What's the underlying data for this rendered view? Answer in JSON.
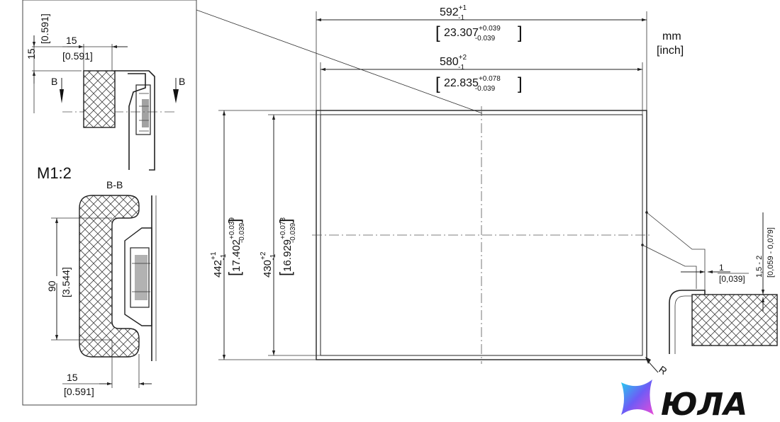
{
  "units": {
    "line1": "mm",
    "line2": "[inch]"
  },
  "scale_label": "M1:2",
  "section_name": "B-B",
  "section_marks": {
    "left": "B",
    "right": "B"
  },
  "detail_dims": {
    "vertical_top": {
      "mm": "15",
      "inch": "[0.591]"
    },
    "horizontal_top": {
      "mm": "15",
      "inch": "[0.591]"
    },
    "height_section": {
      "mm": "90",
      "inch": "[3.544]"
    },
    "horizontal_bottom": {
      "mm": "15",
      "inch": "[0.591]"
    }
  },
  "outer_width": {
    "base": "592",
    "tol_up": "+1",
    "tol_down": "-1",
    "inch_base": "23.307",
    "inch_up": "+0.039",
    "inch_down": "-0.039"
  },
  "inner_width": {
    "base": "580",
    "tol_up": "+2",
    "tol_down": "-1",
    "inch_base": "22.835",
    "inch_up": "+0.078",
    "inch_down": "-0.039"
  },
  "outer_height": {
    "base": "442",
    "tol_up": "+1",
    "tol_down": "-1",
    "inch_base": "17.402",
    "inch_up": "+0.039",
    "inch_down": "-0.039"
  },
  "inner_height": {
    "base": "430",
    "tol_up": "+2",
    "tol_down": "-1",
    "inch_base": "16.929",
    "inch_up": "+0.078",
    "inch_down": "-0.039"
  },
  "gap_detail": {
    "mm": "1",
    "inch": "[0,039]"
  },
  "thickness_detail": {
    "mm": "1,5 - 2",
    "inch": "[0,059 - 0,079]"
  },
  "radius_label": "R",
  "brand": {
    "name": "ЮЛА",
    "colors": [
      "#22d3ee",
      "#6d5cf6",
      "#e94bd8"
    ]
  }
}
